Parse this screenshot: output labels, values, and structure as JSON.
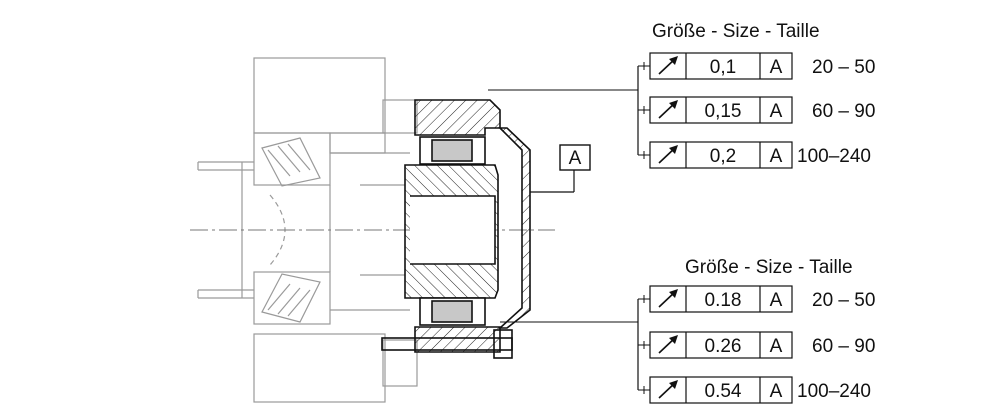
{
  "tolerance_groups": [
    {
      "heading": "Größe - Size - Taille",
      "rows": [
        {
          "value": "0,1",
          "datum": "A",
          "size_range": "20 – 50"
        },
        {
          "value": "0,15",
          "datum": "A",
          "size_range": "60 – 90"
        },
        {
          "value": "0,2",
          "datum": "A",
          "size_range": "100–240"
        }
      ]
    },
    {
      "heading": "Größe - Size - Taille",
      "rows": [
        {
          "value": "0.18",
          "datum": "A",
          "size_range": "20 – 50"
        },
        {
          "value": "0.26",
          "datum": "A",
          "size_range": "60 – 90"
        },
        {
          "value": "0.54",
          "datum": "A",
          "size_range": "100–240"
        }
      ]
    }
  ],
  "datum_label": "A",
  "icons": {
    "runout": "circular-runout-arrow-icon"
  }
}
